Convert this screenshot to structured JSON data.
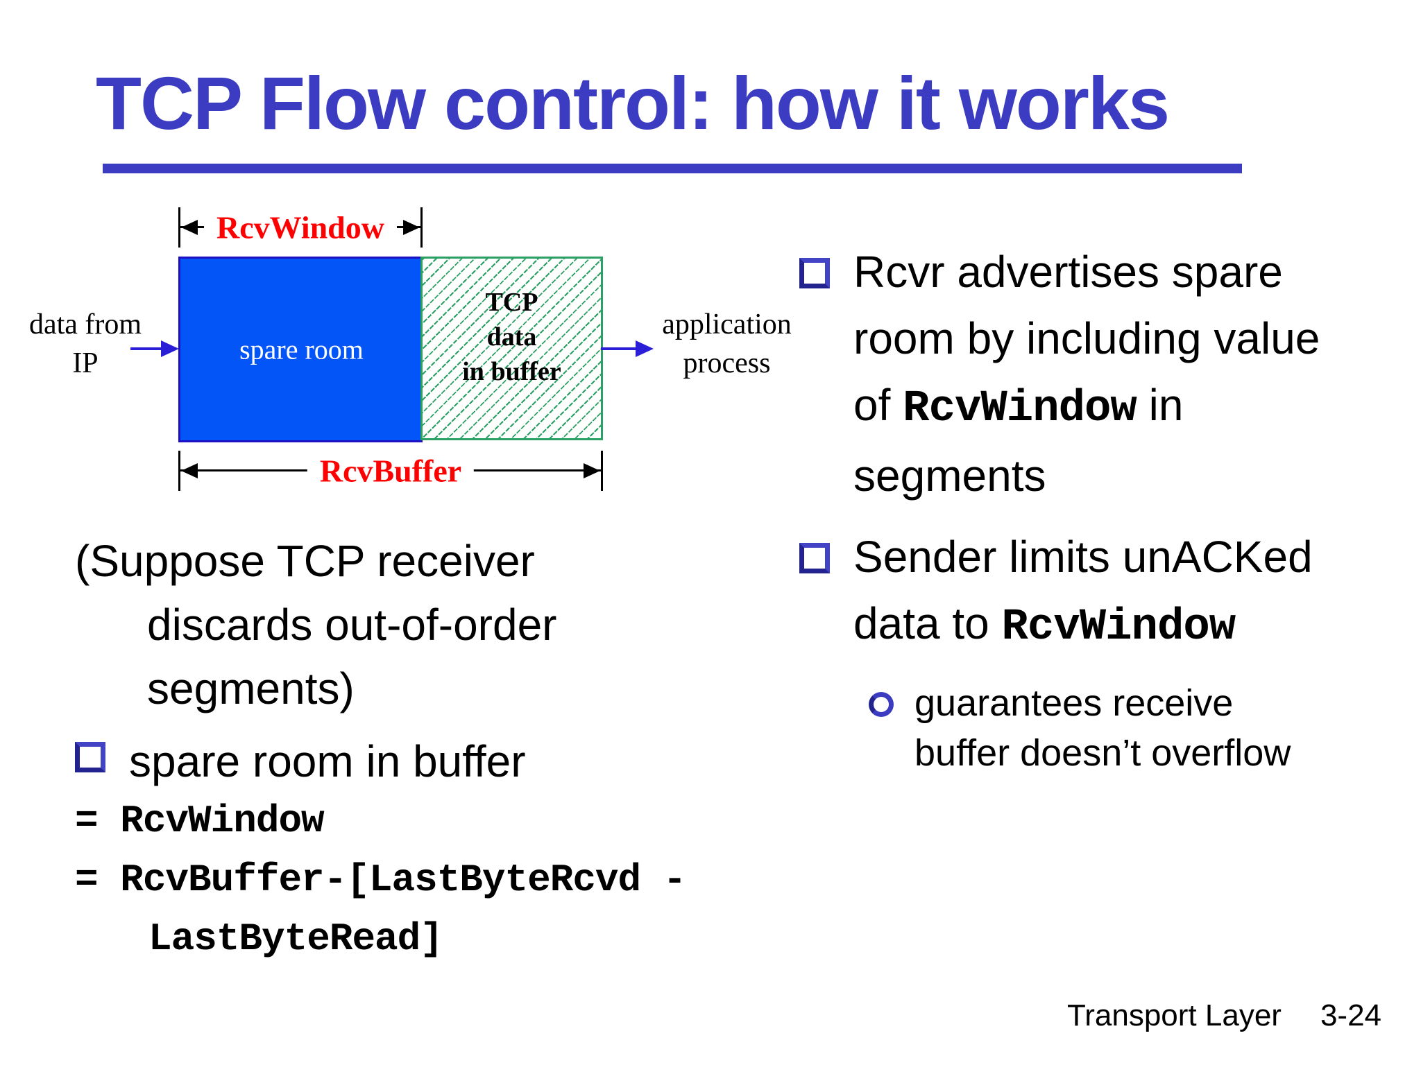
{
  "title": "TCP Flow control: how it works",
  "diagram": {
    "rcvwindow_label": "RcvWindow",
    "rcvbuffer_label": "RcvBuffer",
    "left_io_line1": "data from",
    "left_io_line2": "IP",
    "right_io_line1": "application",
    "right_io_line2": "process",
    "blue_region_label": "spare room",
    "green_region_line1": "TCP",
    "green_region_line2": "data",
    "green_region_line3": "in buffer"
  },
  "left_column": {
    "note_line1": "(Suppose TCP receiver",
    "note_line2": "discards out-of-order",
    "note_line3": "segments)",
    "bullet_text": "spare room in buffer",
    "formula_line1": "= RcvWindow",
    "formula_line2": "= RcvBuffer-[LastByteRcvd -",
    "formula_line3": "LastByteRead]"
  },
  "right_column": {
    "bullet1": {
      "line1": "Rcvr advertises spare",
      "line2": "room by including value",
      "line3_pre": "of ",
      "line3_code": "RcvWindow",
      "line3_post": " in",
      "line4": "segments"
    },
    "bullet2": {
      "line1": "Sender limits unACKed",
      "line2_pre": "data to ",
      "line2_code": "RcvWindow"
    },
    "sub_bullet": {
      "line1": "guarantees receive",
      "line2": "buffer doesn’t overflow"
    }
  },
  "footer": {
    "label": "Transport Layer",
    "page": "3-24"
  },
  "colors": {
    "title_blue": "#3c3cc2",
    "buffer_fill_blue": "#0455f8",
    "buffer_border_navy": "#1c10c4",
    "hatch_green": "#2aa065",
    "measure_label_red": "#ff0000",
    "flow_arrow_blue": "#2a1ed6",
    "bullet_outline_blue": "#4343c6"
  }
}
